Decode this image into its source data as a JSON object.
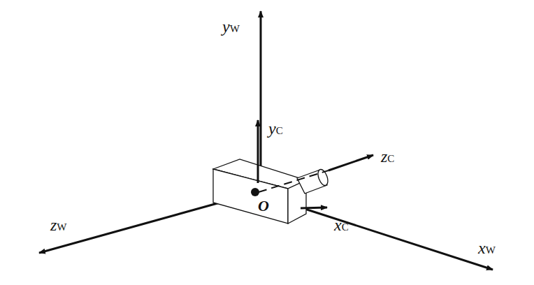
{
  "diagram": {
    "labels": [
      "yW",
      "yC",
      "zC",
      "O",
      "xC",
      "zW",
      "xW"
    ]
  }
}
